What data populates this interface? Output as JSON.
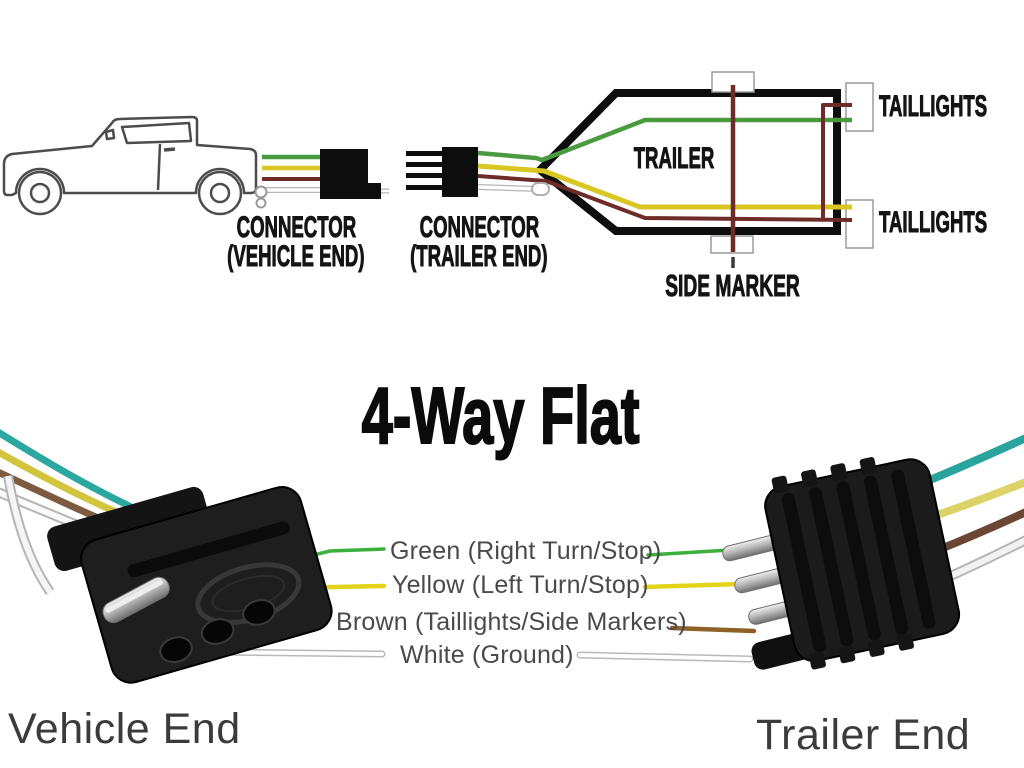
{
  "title": "4-Way Flat",
  "colors": {
    "wire_green": "#4a9b40",
    "wire_yellow": "#d8c622",
    "wire_brown_maroon": "#6e2b27",
    "wire_white_outline": "#b5b5b5",
    "photo_wire_teal": "#2aa79e",
    "photo_wire_brown": "#6b4733",
    "diagram_outline_black": "#0d0d0d",
    "label_text_gray": "#4a4a4a"
  },
  "top_diagram": {
    "vehicle_connector_label": [
      "CONNECTOR",
      "(VEHICLE END)"
    ],
    "trailer_connector_label": [
      "CONNECTOR",
      "(TRAILER END)"
    ],
    "trailer_label": "TRAILER",
    "side_marker_label": "SIDE MARKER",
    "taillights_top_label": "TAILLIGHTS",
    "taillights_bottom_label": "TAILLIGHTS"
  },
  "wire_legend": [
    {
      "wire": "green",
      "label": "Green (Right Turn/Stop)"
    },
    {
      "wire": "yellow",
      "label": "Yellow (Left Turn/Stop)"
    },
    {
      "wire": "brown",
      "label": "Brown (Taillights/Side Markers)"
    },
    {
      "wire": "white",
      "label": "White (Ground)"
    }
  ],
  "footer": {
    "vehicle_end_label": "Vehicle End",
    "trailer_end_label": "Trailer End"
  }
}
